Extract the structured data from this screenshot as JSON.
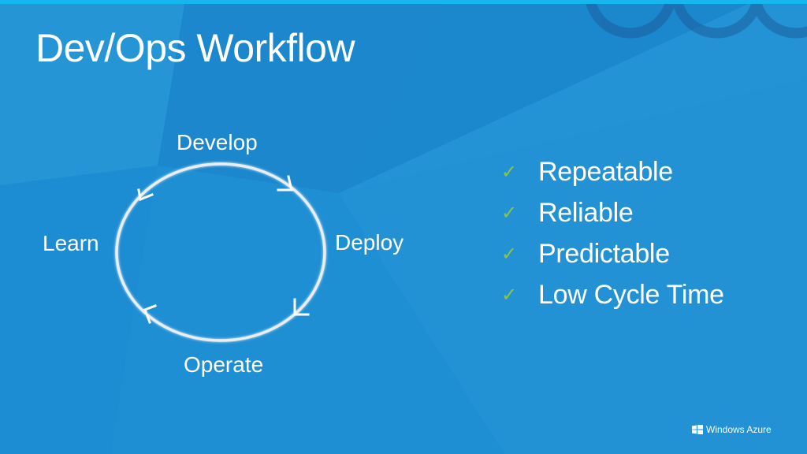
{
  "slide": {
    "title": "Dev/Ops Workflow"
  },
  "cycle": {
    "develop": "Develop",
    "deploy": "Deploy",
    "operate": "Operate",
    "learn": "Learn"
  },
  "benefits": [
    "Repeatable",
    "Reliable",
    "Predictable",
    "Low Cycle Time"
  ],
  "brand": {
    "name": "Windows Azure",
    "icon": "windows-logo-icon"
  },
  "colors": {
    "background": "#1f8fd3",
    "accent_bar": "#18b6ee",
    "check": "#8cc63f",
    "text": "#ffffff"
  }
}
